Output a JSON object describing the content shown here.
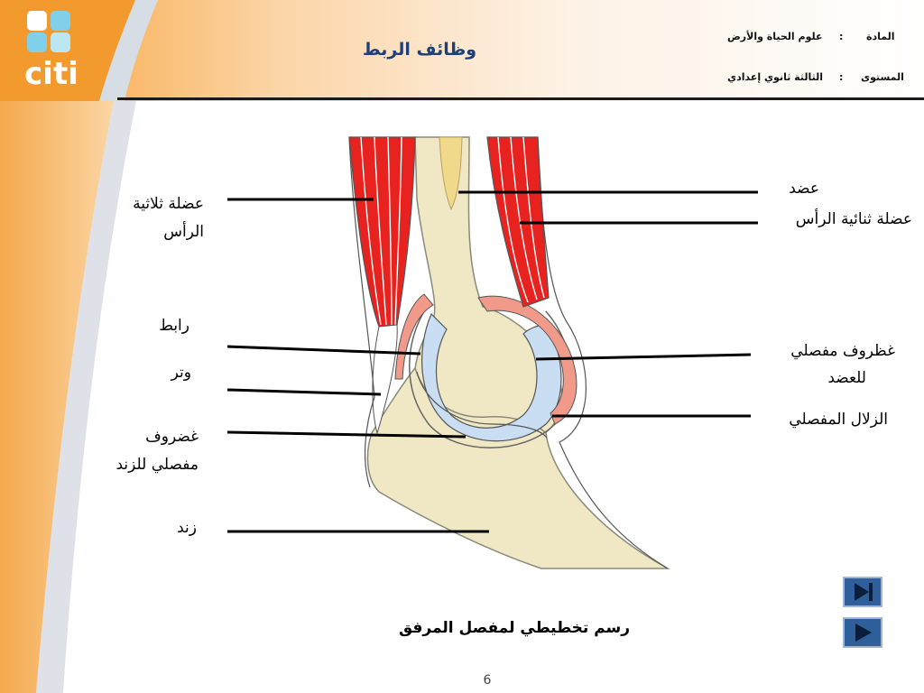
{
  "header": {
    "title": "وظائف الربط",
    "subject_label": "المادة",
    "subject_sep": ":",
    "subject_value": "علوم الحياة والأرض",
    "level_label": "المستوى",
    "level_sep": ":",
    "level_value": "الثالثة ثانوي إعدادي"
  },
  "logo": {
    "text": "citi"
  },
  "diagram": {
    "labels": {
      "humerus": "عضد",
      "biceps": "عضلة ثنائية الرأس",
      "humerus_cartilage_line1": "غظروف مفصلي",
      "humerus_cartilage_line2": "للعضد",
      "synovial_fluid": "الزلال المفصلي",
      "triceps_line1": "عضلة ثلاثية",
      "triceps_line2": "الرأس",
      "ligament": "رابط",
      "tendon": "وتر",
      "ulna_cartilage_line1": "غضروف",
      "ulna_cartilage_line2": "مفصلي للزند",
      "ulna": "زند"
    },
    "caption": "رسم تخطيطي لمفصل المرفق"
  },
  "page_number": "6",
  "colors": {
    "muscle": "#e8231f",
    "bone": "#f0e8c4",
    "cartilage": "#c9ddf3",
    "ligament": "#f19a8a",
    "marrow": "#f0d98a",
    "header_orange": "#f7a23a",
    "title_blue": "#1f3f7a",
    "nav_blue": "#2f5f9a"
  },
  "navigation": {
    "next_icon": "skip-forward-icon",
    "play_icon": "play-icon"
  }
}
